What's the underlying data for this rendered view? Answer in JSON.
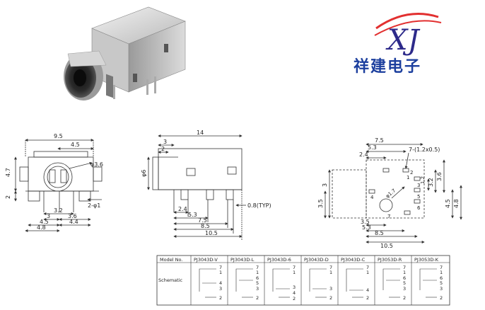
{
  "logo": {
    "mark": "XJ",
    "company": "祥建电子"
  },
  "front_view": {
    "dims": [
      "9.5",
      "4.5",
      "φ3.6",
      "4.7",
      "2",
      "2-φ1",
      "3.2",
      "3",
      "3.6",
      "4.5",
      "4.4",
      "4.8"
    ]
  },
  "side_view": {
    "dims": [
      "14",
      "3",
      "2",
      "φ6",
      "2.4",
      "5.3",
      "7.5",
      "8.5",
      "10.5",
      "0.8(TYP)"
    ]
  },
  "top_view": {
    "dims": [
      "7.5",
      "5.3",
      "2.4",
      "7-(1.2x0.5)",
      "3",
      "3.6",
      "3.2",
      "4.5",
      "4.8",
      "3.5",
      "φ1.7",
      "1.2",
      "3.5",
      "5.3",
      "8.5",
      "10.5"
    ],
    "pins": [
      "1",
      "2",
      "3",
      "4",
      "5",
      "6",
      "7"
    ]
  },
  "schematic_table": {
    "row_labels": [
      "Model No.",
      "Schematic"
    ],
    "models": [
      "PJ3043D-V",
      "PJ3043D-L",
      "PJ3043D-6",
      "PJ3043D-D",
      "PJ3043D-C",
      "PJ3053D-R",
      "PJ3053D-K"
    ],
    "pin_sets": [
      [
        "7",
        "1",
        "4",
        "3",
        "2"
      ],
      [
        "7",
        "1",
        "6",
        "5",
        "3",
        "2"
      ],
      [
        "7",
        "1",
        "3",
        "4",
        "2"
      ],
      [
        "7",
        "1",
        "3",
        "2"
      ],
      [
        "7",
        "1",
        "4",
        "2"
      ],
      [
        "7",
        "1",
        "6",
        "5",
        "3",
        "2"
      ],
      [
        "7",
        "1",
        "6",
        "5",
        "3",
        "2"
      ]
    ]
  }
}
